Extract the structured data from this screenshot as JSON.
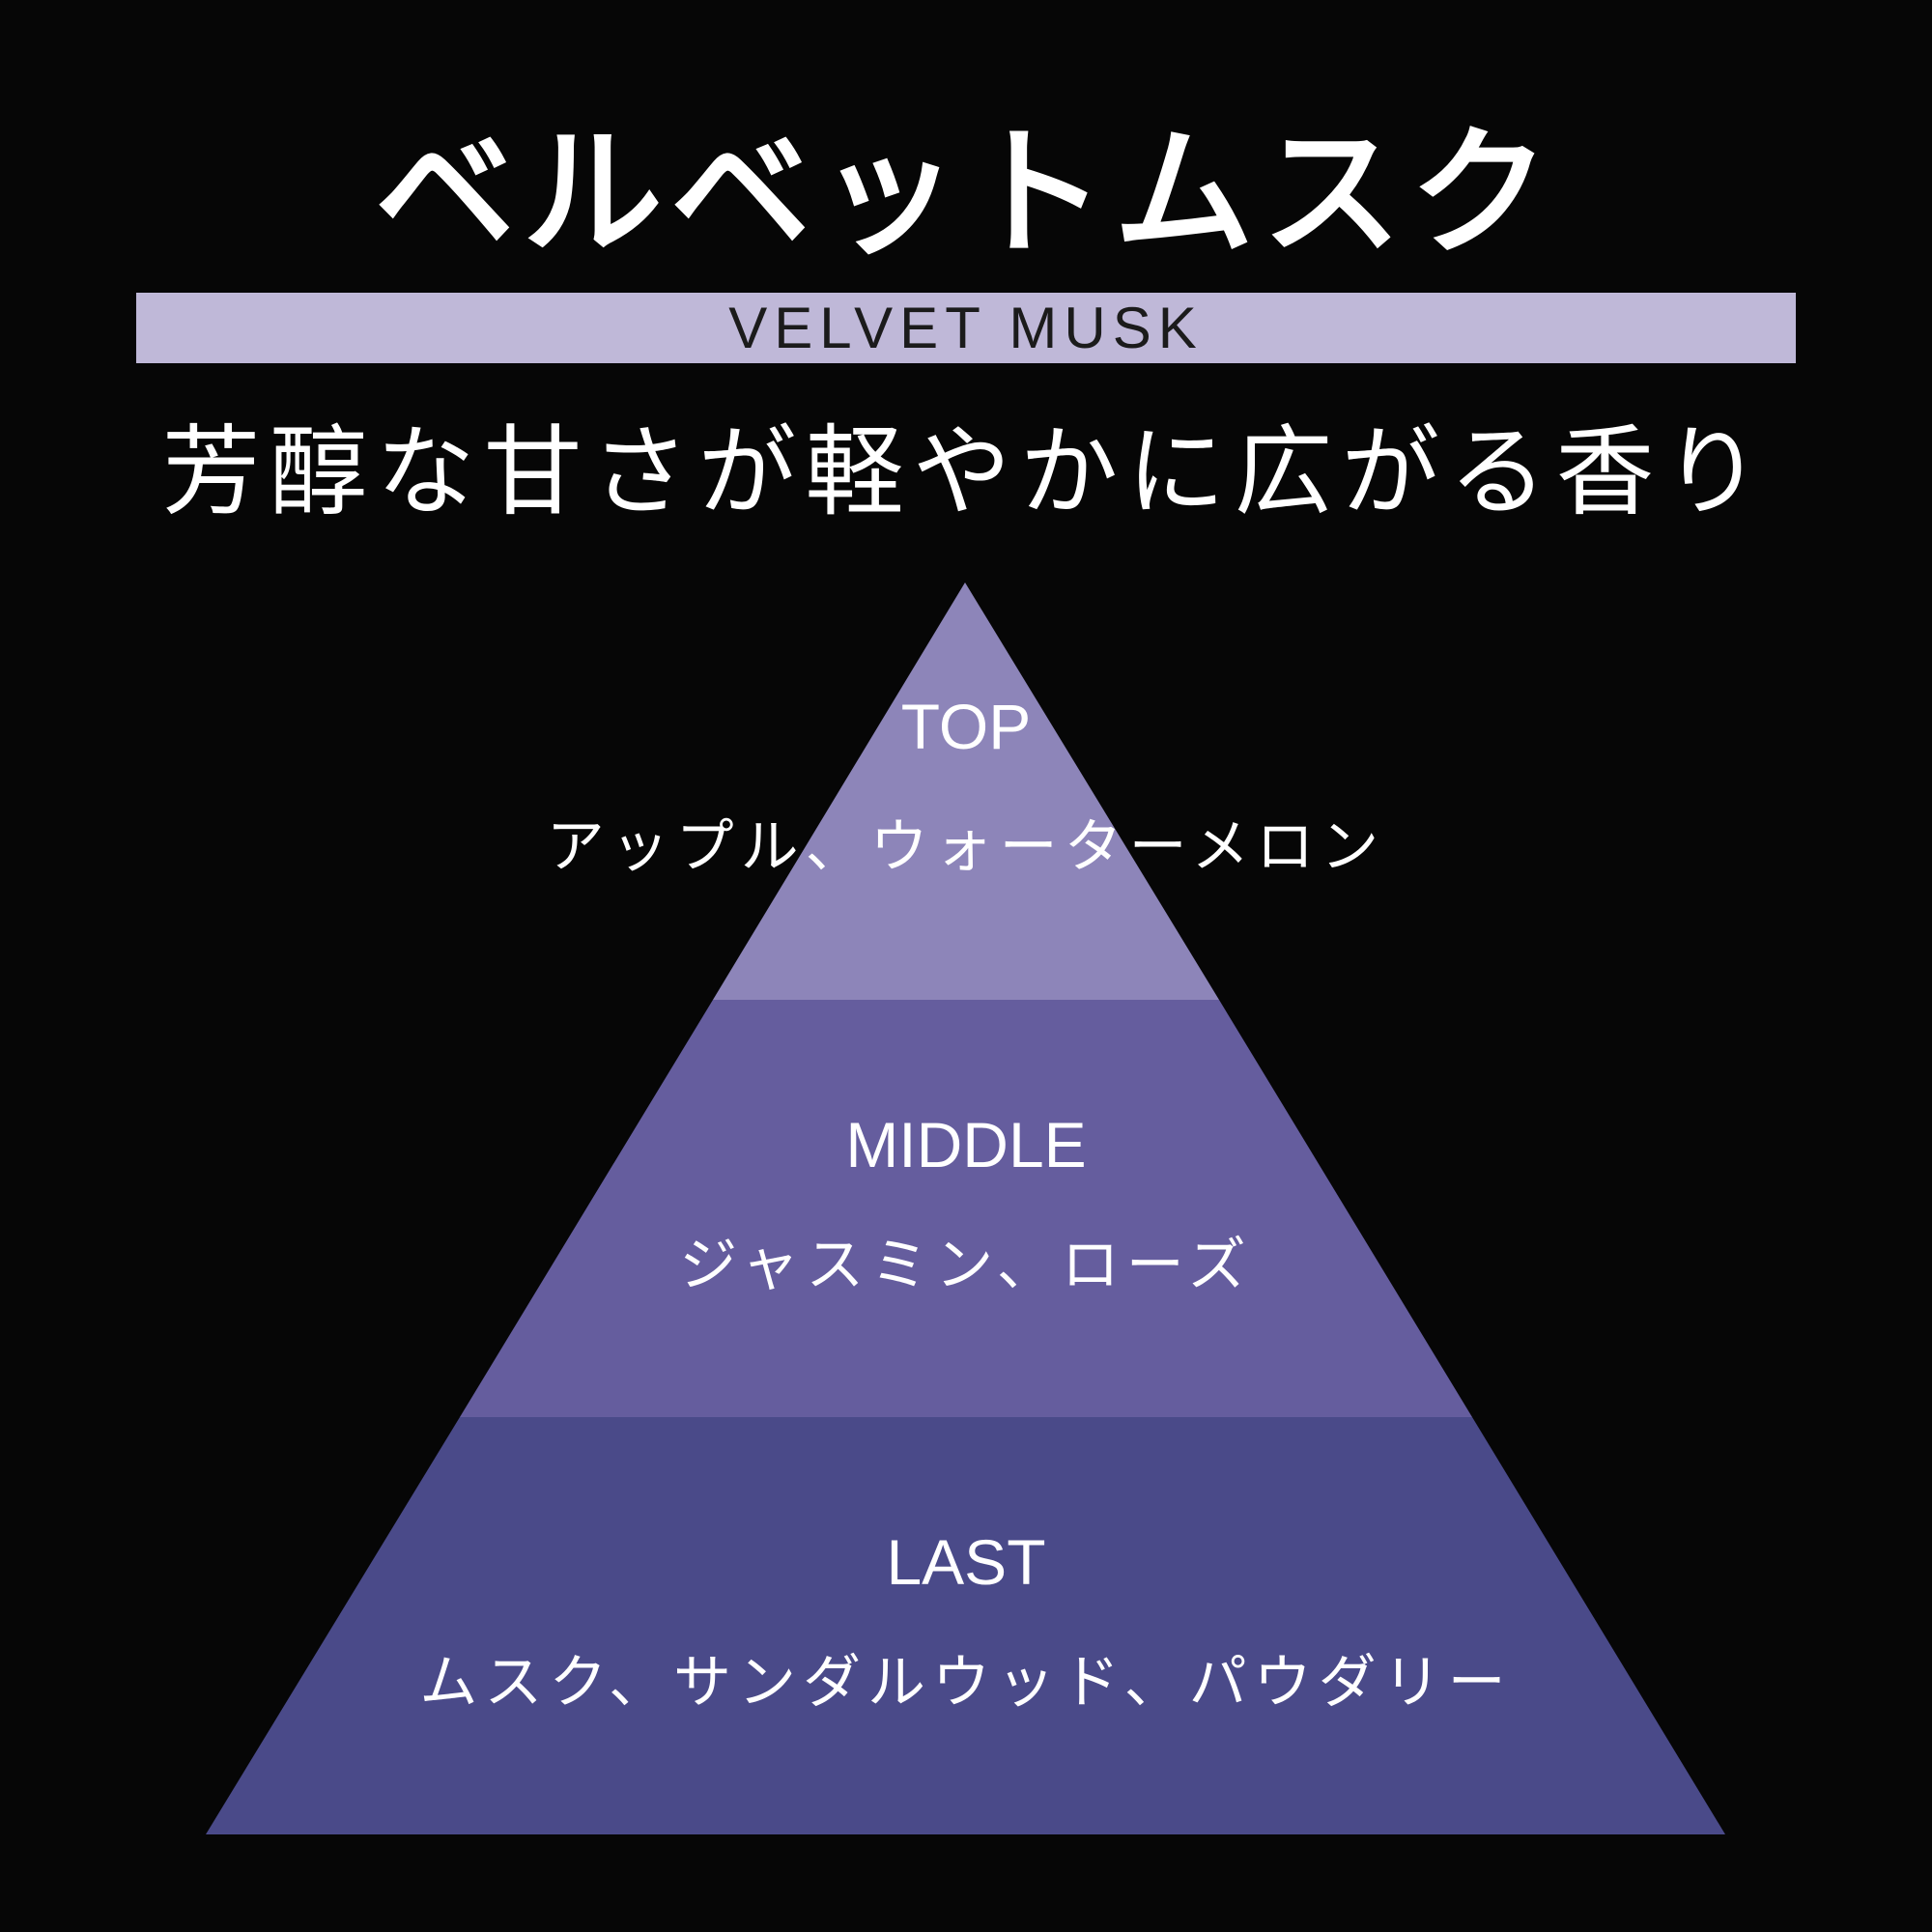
{
  "title": "ベルベットムスク",
  "subtitle_en": "VELVET MUSK",
  "tagline": "芳醇な甘さが軽やかに広がる香り",
  "pyramid": {
    "tiers": [
      {
        "label": "TOP",
        "notes": "アップル、ウォーターメロン",
        "color": "#8d85b9"
      },
      {
        "label": "MIDDLE",
        "notes": "ジャスミン、ローズ",
        "color": "#655d9e"
      },
      {
        "label": "LAST",
        "notes": "ムスク、サンダルウッド、パウダリー",
        "color": "#4a4a89"
      }
    ]
  },
  "colors": {
    "background": "#060606",
    "band": "#bfb8d8",
    "text": "#ffffff"
  }
}
